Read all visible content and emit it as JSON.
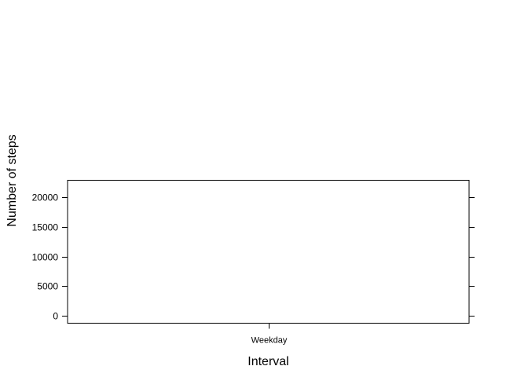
{
  "chart_data": {
    "type": "line",
    "categories": [
      "Weekday"
    ],
    "series": [],
    "xlabel": "Interval",
    "ylabel": "Number of steps",
    "ylim": [
      -1200,
      22800
    ],
    "yticks": [
      0,
      5000,
      10000,
      15000,
      20000
    ],
    "grid": false,
    "legend": "none"
  }
}
